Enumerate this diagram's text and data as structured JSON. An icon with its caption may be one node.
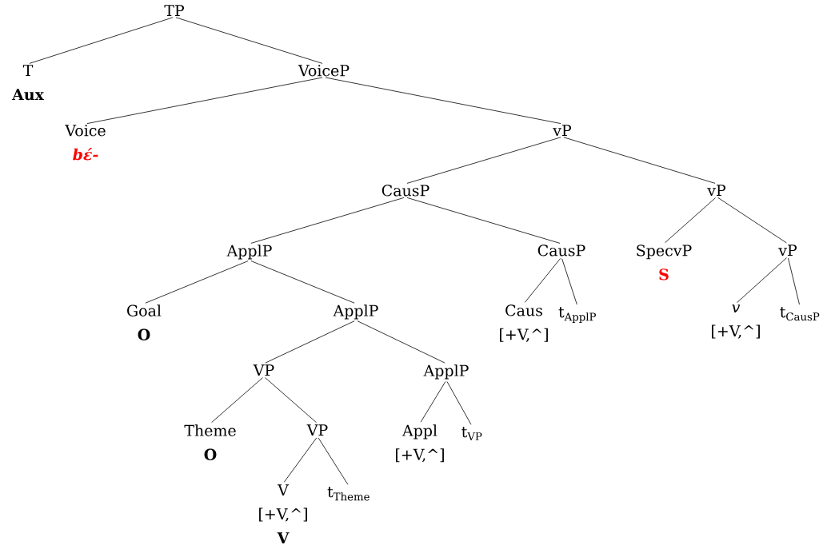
{
  "diagram": {
    "nodes": [
      {
        "text": [
          "TP"
        ]
      },
      {
        "text": [
          "T",
          "Aux"
        ]
      },
      {
        "text": [
          "VoiceP"
        ]
      },
      {
        "text": [
          "Voice",
          "bɛ́-"
        ]
      },
      {
        "text": [
          "vP"
        ]
      },
      {
        "text": [
          "CausP"
        ]
      },
      {
        "text": [
          "vP"
        ]
      },
      {
        "text": [
          "ApplP"
        ]
      },
      {
        "text": [
          "CausP"
        ]
      },
      {
        "text": [
          "SpecvP",
          "S"
        ]
      },
      {
        "text": [
          "vP"
        ]
      },
      {
        "text": [
          "Goal",
          "O"
        ]
      },
      {
        "text": [
          "ApplP"
        ]
      },
      {
        "text": [
          "Caus",
          "[+V,^]"
        ]
      },
      {
        "text": [
          "t$_{ApplP}$"
        ]
      },
      {
        "text": [
          "v",
          "[+V,^]"
        ]
      },
      {
        "text": [
          "t$_{CausP}$"
        ]
      },
      {
        "text": [
          "VP"
        ]
      },
      {
        "text": [
          "ApplP"
        ]
      },
      {
        "text": [
          "Theme",
          "O"
        ]
      },
      {
        "text": [
          "VP"
        ]
      },
      {
        "text": [
          "Appl",
          "[+V,^]"
        ]
      },
      {
        "text": [
          "t$_{VP}$"
        ]
      },
      {
        "text": [
          "V",
          "[+V,^]",
          "V"
        ]
      },
      {
        "text": [
          "t$_{Theme}$"
        ]
      }
    ],
    "edges": [
      {
        "from": 0,
        "to": 1,
        "arrow": "none"
      },
      {
        "from": 0,
        "to": 2,
        "arrow": "none"
      },
      {
        "from": 2,
        "to": 3,
        "arrow": "none"
      },
      {
        "from": 2,
        "to": 4,
        "arrow": "none"
      },
      {
        "from": 4,
        "to": 5,
        "arrow": "none"
      },
      {
        "from": 4,
        "to": 6,
        "arrow": "none"
      },
      {
        "from": 5,
        "to": 7,
        "arrow": "none"
      },
      {
        "from": 5,
        "to": 8,
        "arrow": "none"
      },
      {
        "from": 6,
        "to": 9,
        "arrow": "none"
      },
      {
        "from": 6,
        "to": 10,
        "arrow": "none"
      },
      {
        "from": 7,
        "to": 11,
        "arrow": "none"
      },
      {
        "from": 7,
        "to": 12,
        "arrow": "none"
      },
      {
        "from": 8,
        "to": 13,
        "arrow": "none"
      },
      {
        "from": 8,
        "to": 14,
        "arrow": "none"
      },
      {
        "from": 10,
        "to": 15,
        "arrow": "none"
      },
      {
        "from": 10,
        "to": 16,
        "arrow": "none"
      },
      {
        "from": 12,
        "to": 17,
        "arrow": "none"
      },
      {
        "from": 12,
        "to": 18,
        "arrow": "none"
      },
      {
        "from": 17,
        "to": 19,
        "arrow": "none"
      },
      {
        "from": 17,
        "to": 20,
        "arrow": "none"
      },
      {
        "from": 18,
        "to": 21,
        "arrow": "none"
      },
      {
        "from": 18,
        "to": 22,
        "arrow": "none"
      },
      {
        "from": 20,
        "to": 23,
        "arrow": "none"
      },
      {
        "from": 20,
        "to": 24,
        "arrow": "none"
      }
    ]
  }
}
